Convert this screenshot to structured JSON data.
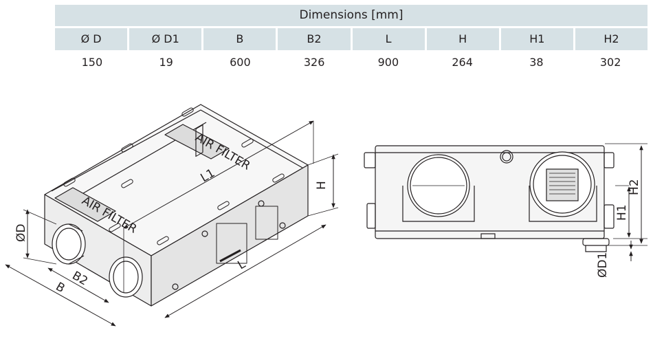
{
  "table": {
    "title": "Dimensions [mm]",
    "columns": [
      "Ø D",
      "Ø D1",
      "B",
      "B2",
      "L",
      "H",
      "H1",
      "H2"
    ],
    "values": [
      "150",
      "19",
      "600",
      "326",
      "900",
      "264",
      "38",
      "302"
    ]
  },
  "drawing_labels": {
    "d": "ØD",
    "b2": "B2",
    "b": "B",
    "l1": "L1",
    "l": "L",
    "h": "H",
    "h2": "H2",
    "h1": "H1",
    "d1": "ØD1",
    "air_filter": "AIR FILTER"
  }
}
